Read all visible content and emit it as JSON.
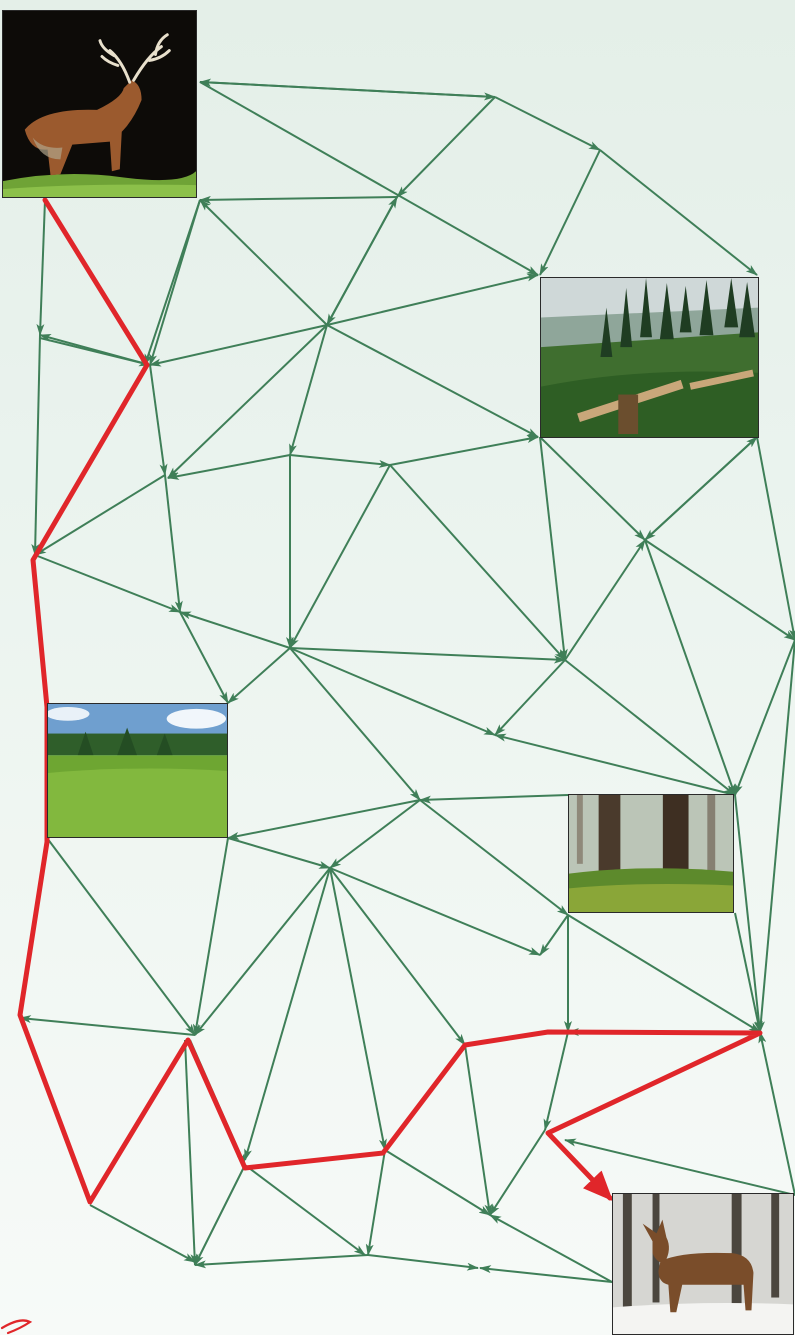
{
  "colors": {
    "edge": "#3f7f58",
    "path": "#e0262a",
    "background_top": "#e4efe8",
    "background_bottom": "#f7faf8"
  },
  "photos": {
    "stag": {
      "icon": "red-deer-stag-photo"
    },
    "clearcut": {
      "icon": "forest-clearcut-photo"
    },
    "meadow": {
      "icon": "green-meadow-photo"
    },
    "old_forest": {
      "icon": "misty-spruce-forest-photo"
    },
    "hind": {
      "icon": "deer-in-snow-photo"
    }
  },
  "signature": {
    "icon": "red-handwritten-signature"
  }
}
